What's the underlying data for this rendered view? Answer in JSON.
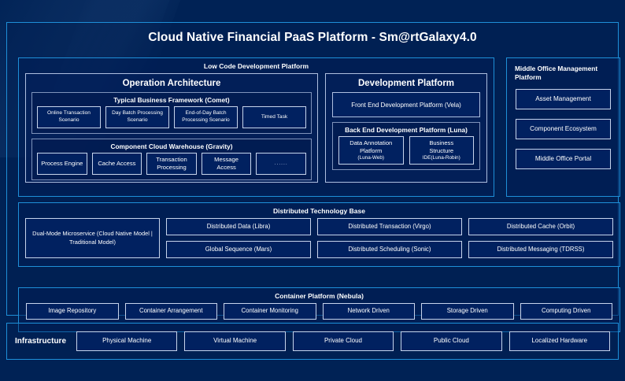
{
  "platform": {
    "title": "Cloud Native Financial PaaS Platform - Sm@rtGalaxy4.0"
  },
  "low_code": {
    "title": "Low Code Development Platform",
    "operation_architecture": {
      "title": "Operation Architecture",
      "business_framework": {
        "title": "Typical Business Framework (Comet)",
        "items": [
          "Online Transaction Scenario",
          "Day Batch Processing Scenario",
          "End-of-Day Batch Processing Scenario",
          "Timed Task"
        ]
      },
      "component_warehouse": {
        "title": "Component Cloud Warehouse (Gravity)",
        "items": [
          "Process Engine",
          "Cache Access",
          "Transaction Processing",
          "Message Access",
          "......"
        ]
      }
    },
    "development_platform": {
      "title": "Development Platform",
      "front_end": "Front End Development Platform (Vela)",
      "back_end": {
        "title": "Back End Development Platform (Luna)",
        "items": [
          {
            "line1": "Data Annotation",
            "line2": "Platform",
            "line3": "(Luna-Web)"
          },
          {
            "line1": "Business",
            "line2": "Structure",
            "line3": "IDE(Luna-Robin)"
          }
        ]
      }
    }
  },
  "middle_office": {
    "title": "Middle Office Management Platform",
    "items": [
      "Asset Management",
      "Component Ecosystem",
      "Middle Office Portal"
    ]
  },
  "distributed_base": {
    "title": "Distributed Technology Base",
    "dual_mode": "Dual-Mode Microservice (Cloud Native Model | Traditional Model)",
    "columns": [
      {
        "top": "Distributed Data (Libra)",
        "bottom": "Global Sequence (Mars)"
      },
      {
        "top": "Distributed Transaction (Virgo)",
        "bottom": "Distributed Scheduling (Sonic)"
      },
      {
        "top": "Distributed Cache (Orbit)",
        "bottom": "Distributed Messaging (TDRSS)"
      }
    ]
  },
  "container_platform": {
    "title": "Container Platform (Nebula)",
    "items": [
      "Image Repository",
      "Container Arrangement",
      "Container Monitoring",
      "Network Driven",
      "Storage Driven",
      "Computing Driven"
    ]
  },
  "infrastructure": {
    "label": "Infrastructure",
    "items": [
      "Physical Machine",
      "Virtual Machine",
      "Private Cloud",
      "Public Cloud",
      "Localized Hardware"
    ]
  },
  "colors": {
    "background": "#002255",
    "frame_accent": "#1e8fd8",
    "chip_border": "#c7d4ec",
    "chip_fill": "#012160",
    "text": "#ffffff"
  }
}
